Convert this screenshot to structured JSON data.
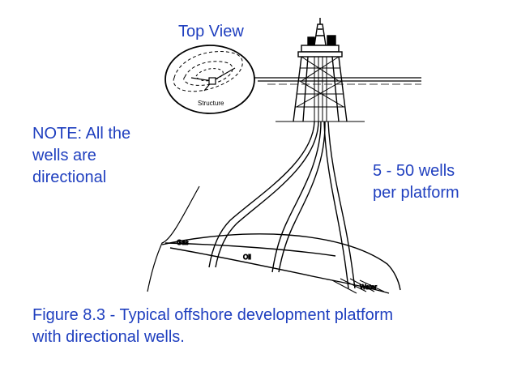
{
  "diagram": {
    "top_view_label": "Top View",
    "structure_label": "Structure",
    "note_lines": [
      "NOTE:  All the",
      "wells are",
      "directional"
    ],
    "wells_lines": [
      "5 - 50 wells",
      "per platform"
    ],
    "layer_labels": {
      "gas": "Gas",
      "oil": "Oil",
      "water": "Water"
    }
  },
  "caption_lines": [
    "Figure 8.3 - Typical offshore development platform",
    "with directional wells."
  ],
  "colors": {
    "text_accent": "#1f3fbf",
    "line": "#000000",
    "background": "#ffffff"
  }
}
